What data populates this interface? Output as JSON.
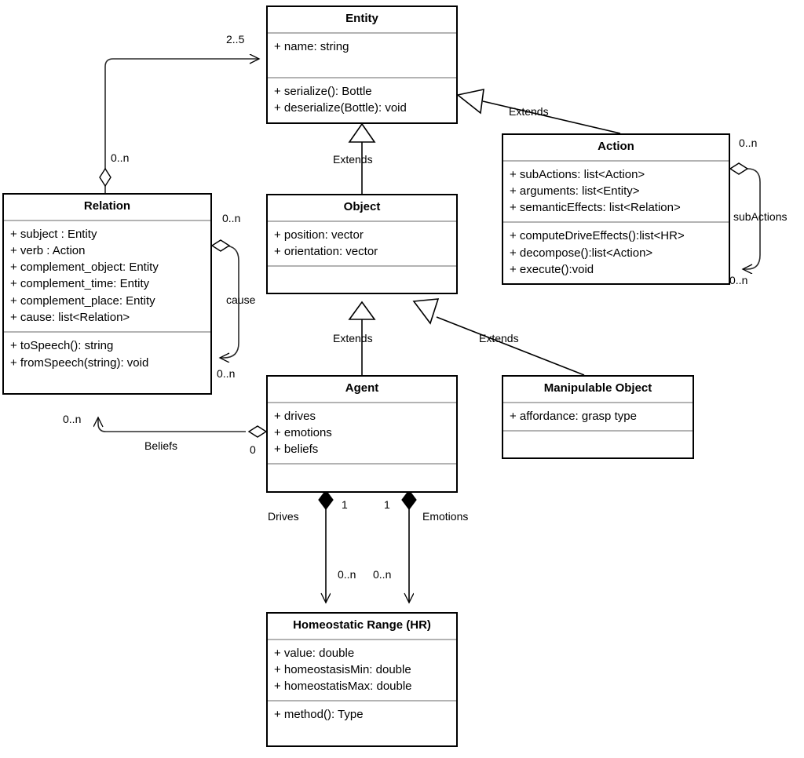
{
  "diagram": {
    "type": "uml-class-diagram",
    "title": "Entity / Relation / Action / Agent class model"
  },
  "classes": [
    {
      "id": "entity",
      "name": "Entity",
      "attributes": [
        "+ name: string"
      ],
      "methods": [
        "+ serialize(): Bottle",
        "+ deserialize(Bottle): void"
      ]
    },
    {
      "id": "relation",
      "name": "Relation",
      "attributes": [
        "+ subject : Entity",
        "+ verb : Action",
        "+ complement_object: Entity",
        "+ complement_time: Entity",
        "+ complement_place: Entity",
        "+ cause: list<Relation>"
      ],
      "methods": [
        "+ toSpeech(): string",
        "+ fromSpeech(string): void"
      ]
    },
    {
      "id": "object",
      "name": "Object",
      "attributes": [
        "+ position: vector",
        "+ orientation: vector"
      ],
      "methods": []
    },
    {
      "id": "action",
      "name": "Action",
      "attributes": [
        "+ subActions: list<Action>",
        "+ arguments: list<Entity>",
        "+ semanticEffects: list<Relation>"
      ],
      "methods": [
        "+ computeDriveEffects():list<HR>",
        "+ decompose():list<Action>",
        "+ execute():void"
      ]
    },
    {
      "id": "agent",
      "name": "Agent",
      "attributes": [
        "+ drives",
        "+ emotions",
        "+ beliefs"
      ],
      "methods": []
    },
    {
      "id": "manipulable_object",
      "name": "Manipulable Object",
      "attributes": [
        "+ affordance: grasp type"
      ],
      "methods": []
    },
    {
      "id": "hr",
      "name": "Homeostatic Range (HR)",
      "attributes": [
        "+ value: double",
        "+ homeostasisMin: double",
        "+ homeostatisMax: double"
      ],
      "methods": [
        "+ method(): Type"
      ]
    }
  ],
  "relationships": [
    {
      "id": "rel_entity",
      "from": "relation",
      "to": "entity",
      "kind": "aggregation",
      "name": "",
      "source_mult": "0..n",
      "target_mult": "2..5"
    },
    {
      "id": "object_entity",
      "from": "object",
      "to": "entity",
      "kind": "generalization",
      "name": "Extends",
      "source_mult": "",
      "target_mult": ""
    },
    {
      "id": "action_entity",
      "from": "action",
      "to": "entity",
      "kind": "generalization",
      "name": "Extends",
      "source_mult": "",
      "target_mult": ""
    },
    {
      "id": "agent_object",
      "from": "agent",
      "to": "object",
      "kind": "generalization",
      "name": "Extends",
      "source_mult": "",
      "target_mult": ""
    },
    {
      "id": "manip_object",
      "from": "manipulable_object",
      "to": "object",
      "kind": "generalization",
      "name": "Extends",
      "source_mult": "",
      "target_mult": ""
    },
    {
      "id": "relation_cause",
      "from": "relation",
      "to": "relation",
      "kind": "aggregation",
      "name": "cause",
      "source_mult": "0..n",
      "target_mult": "0..n"
    },
    {
      "id": "action_subactions",
      "from": "action",
      "to": "action",
      "kind": "aggregation",
      "name": "subActions",
      "source_mult": "0..n",
      "target_mult": "0..n"
    },
    {
      "id": "agent_beliefs",
      "from": "agent",
      "to": "relation",
      "kind": "aggregation",
      "name": "Beliefs",
      "source_mult": "0",
      "target_mult": "0..n"
    },
    {
      "id": "agent_drives",
      "from": "agent",
      "to": "hr",
      "kind": "composition",
      "name": "Drives",
      "source_mult": "1",
      "target_mult": "0..n"
    },
    {
      "id": "agent_emotions",
      "from": "agent",
      "to": "hr",
      "kind": "composition",
      "name": "Emotions",
      "source_mult": "1",
      "target_mult": "0..n"
    }
  ],
  "labels": {
    "entity_mult_25": "2..5",
    "relation_mult_0n_top": "0..n",
    "cause_mult_top": "0..n",
    "cause_name": "cause",
    "cause_mult_bottom": "0..n",
    "subactions_mult_top": "0..n",
    "subactions_name": "subActions",
    "subactions_mult_bottom": "0..n",
    "extends_object": "Extends",
    "extends_action": "Extends",
    "extends_agent": "Extends",
    "extends_manip": "Extends",
    "beliefs_mult_0n": "0..n",
    "beliefs_name": "Beliefs",
    "beliefs_mult_0": "0",
    "drives_name": "Drives",
    "drives_mult_1": "1",
    "drives_mult_0n": "0..n",
    "emotions_name": "Emotions",
    "emotions_mult_1": "1",
    "emotions_mult_0n": "0..n"
  }
}
